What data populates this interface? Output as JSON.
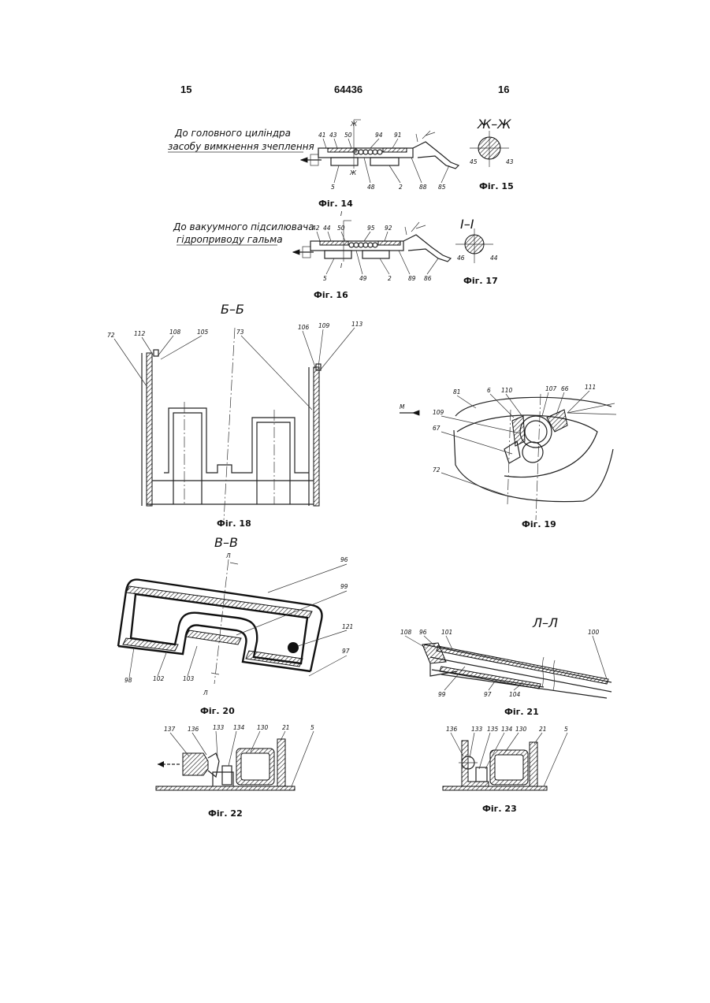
{
  "header": {
    "left_page": "15",
    "patent_number": "64436",
    "right_page": "16"
  },
  "fig14": {
    "caption": "Фіг. 14",
    "note_line1": "До головного циліндра",
    "note_line2": "засобу вимкнення зчеплення",
    "section_mark": "Ж",
    "labels": [
      "41",
      "43",
      "50",
      "94",
      "91",
      "5",
      "Ж",
      "48",
      "2",
      "88",
      "85"
    ]
  },
  "fig15": {
    "caption": "Фіг. 15",
    "section": "Ж–Ж",
    "labels": [
      "45",
      "43"
    ]
  },
  "fig16": {
    "caption": "Фіг. 16",
    "note_line1": "До вакуумного підсилювача",
    "note_line2": "гідроприводу гальма",
    "section_mark": "І",
    "labels": [
      "42",
      "44",
      "50",
      "95",
      "92",
      "5",
      "I",
      "49",
      "2",
      "89",
      "86"
    ]
  },
  "fig17": {
    "caption": "Фіг. 17",
    "section": "І–І",
    "labels": [
      "46",
      "44"
    ]
  },
  "fig18": {
    "caption": "Фіг. 18",
    "section": "Б–Б",
    "labels": [
      "72",
      "112",
      "108",
      "105",
      "73",
      "106",
      "109",
      "113"
    ]
  },
  "fig19": {
    "caption": "Фіг. 19",
    "labels": [
      "M",
      "81",
      "6",
      "110",
      "107",
      "66",
      "111",
      "109",
      "67",
      "72"
    ]
  },
  "fig20": {
    "caption": "Фіг. 20",
    "section": "В–В",
    "labels": [
      "Л",
      "96",
      "99",
      "121",
      "97",
      "98",
      "102",
      "103",
      "Л"
    ]
  },
  "fig21": {
    "caption": "Фіг. 21",
    "section": "Л–Л",
    "labels": [
      "108",
      "96",
      "101",
      "100",
      "99",
      "97",
      "104"
    ]
  },
  "fig22": {
    "caption": "Фіг. 22",
    "labels": [
      "137",
      "136",
      "133",
      "134",
      "130",
      "21",
      "5"
    ]
  },
  "fig23": {
    "caption": "Фіг. 23",
    "labels": [
      "136",
      "133",
      "135",
      "134",
      "130",
      "21",
      "5"
    ]
  }
}
